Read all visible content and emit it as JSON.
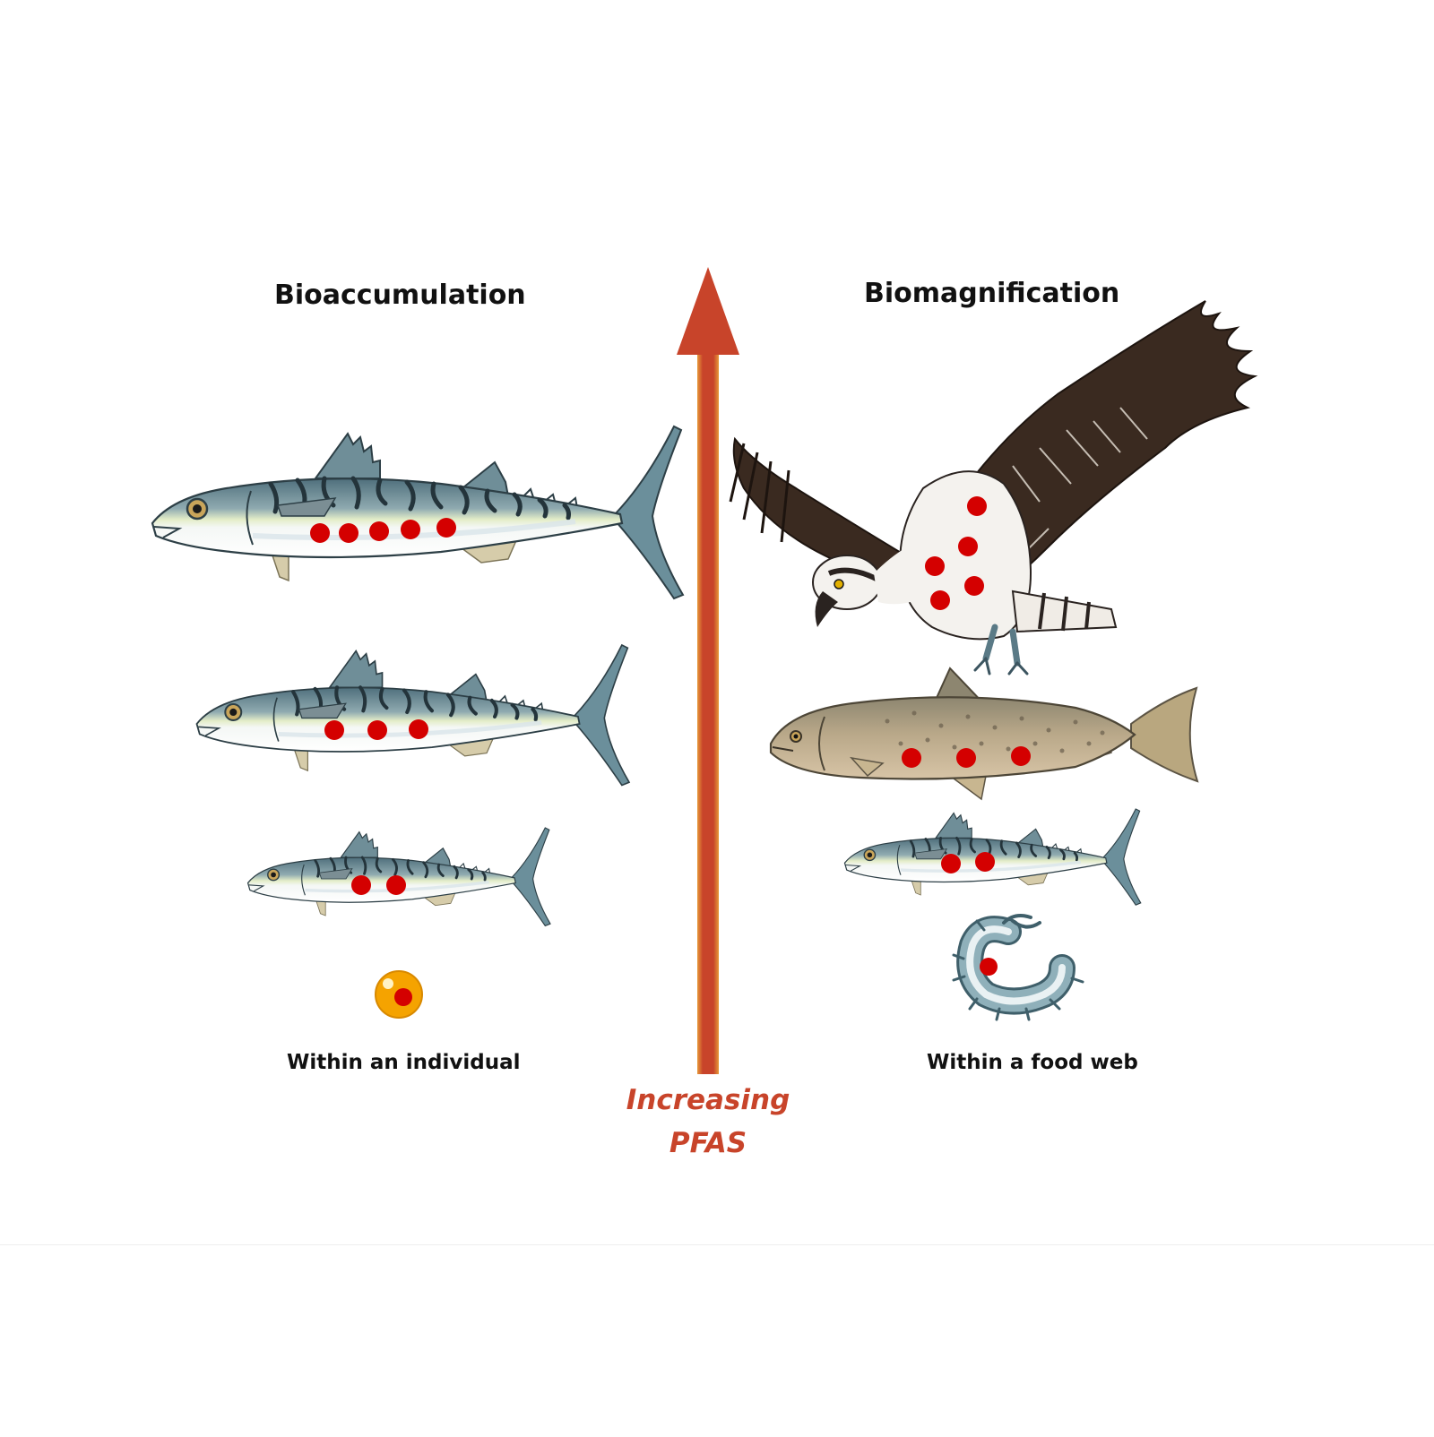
{
  "headings": {
    "left": "Bioaccumulation",
    "right": "Biomagnification"
  },
  "captions": {
    "left": "Within an individual",
    "right": "Within a food web"
  },
  "arrow": {
    "label_line1": "Increasing",
    "label_line2": "PFAS",
    "color": "#c8442a"
  },
  "colors": {
    "contaminant_dot": "#d40000",
    "mackerel_back": "#5d7f8c",
    "mackerel_belly": "#f3f6f4",
    "trout_body": "#b6a387",
    "osprey_wing": "#3a2a20",
    "egg": "#f5a300"
  },
  "panels": {
    "bioaccumulation": [
      {
        "organism": "egg",
        "dots": 1
      },
      {
        "organism": "small-mackerel",
        "dots": 2
      },
      {
        "organism": "medium-mackerel",
        "dots": 3
      },
      {
        "organism": "large-mackerel",
        "dots": 5
      }
    ],
    "biomagnification": [
      {
        "organism": "worm",
        "dots": 1
      },
      {
        "organism": "mackerel",
        "dots": 2
      },
      {
        "organism": "trout",
        "dots": 3
      },
      {
        "organism": "osprey",
        "dots": 5
      }
    ]
  }
}
